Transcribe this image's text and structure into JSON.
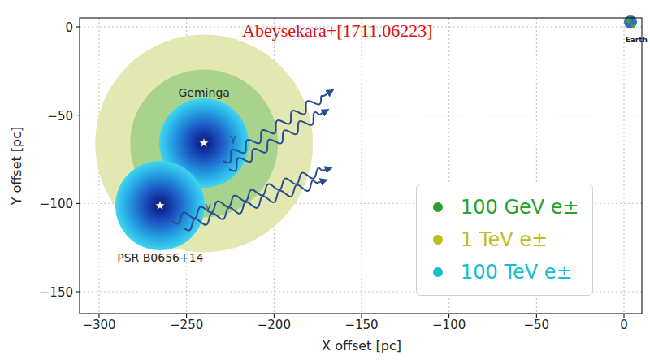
{
  "diagram": {
    "nodes": [
      {
        "text": [
          "Geminga"
        ]
      },
      {
        "text": [
          "PSR B0656+14"
        ]
      }
    ],
    "labels": [
      "Abeysekara+[1711.06223]",
      "Earth",
      "γ",
      "γ",
      "−300",
      "−250",
      "−200",
      "−150",
      "−100",
      "−50",
      "0",
      "0",
      "−50",
      "−100",
      "−150",
      "X offset [pc]",
      "Y offset [pc]"
    ],
    "legend": [
      {
        "text": "100 GeV e±",
        "color": "#2ca02c"
      },
      {
        "text": "1 TeV e±",
        "color": "#bcbd22"
      },
      {
        "text": "100 TeV e±",
        "color": "#17becf"
      }
    ]
  }
}
